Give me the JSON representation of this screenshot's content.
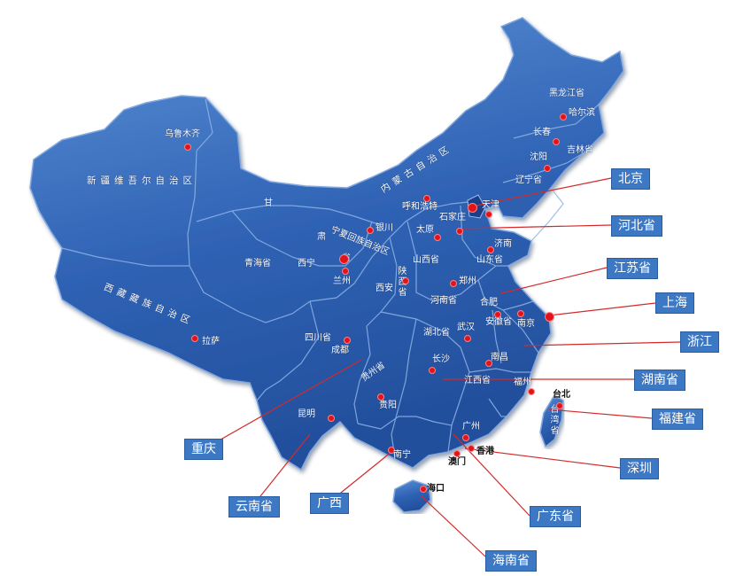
{
  "colors": {
    "land": "#2e5fb0",
    "land_light": "#4f86cf",
    "border": "#8fb3e6",
    "dot": "#e0151b",
    "callout_line": "#d42a2a",
    "callout_box": "#3d78c4"
  },
  "regions": {
    "xinjiang": "新疆维吾尔自治区",
    "tibet": "西藏藏族自治区",
    "inner_mongolia": "内蒙古自治区",
    "gansu_1": "甘",
    "gansu_2": "肃",
    "gansu_3": "省",
    "ningxia": "宁夏回族自治区",
    "qinghai": "青海省",
    "shaanxi": "陕西省",
    "shanxi": "山西省",
    "henan": "河南省",
    "hubei": "湖北省",
    "hunan": "湖南省",
    "sichuan": "四川省",
    "guizhou": "贵州省",
    "jiangxi": "江西省",
    "anhui": "安徽省",
    "shandong": "山东省",
    "heilongjiang": "黑龙江省",
    "jilin": "吉林省",
    "liaoning": "辽宁省",
    "taiwan": "台湾省"
  },
  "cities": {
    "urumqi": "乌鲁木齐",
    "lhasa": "拉萨",
    "xining": "西宁",
    "lanzhou": "兰州",
    "yinchuan": "银川",
    "hohhot": "呼和浩特",
    "taiyuan": "太原",
    "shijiazhuang": "石家庄",
    "tianjin": "天津",
    "jinan": "济南",
    "zhengzhou": "郑州",
    "xian": "西安",
    "hefei": "合肥",
    "nanjing": "南京",
    "wuhan": "武汉",
    "chengdu": "成都",
    "changsha": "长沙",
    "nanchang": "南昌",
    "guiyang": "贵阳",
    "kunming": "昆明",
    "nanning": "南宁",
    "guangzhou": "广州",
    "fuzhou": "福州",
    "harbin": "哈尔滨",
    "changchun": "长春",
    "shenyang": "沈阳",
    "taipei": "台北",
    "xianggang": "香港",
    "aomen": "澳门",
    "haikou": "海口"
  },
  "callouts": {
    "beijing": "北京",
    "hebei": "河北省",
    "jiangsu": "江苏省",
    "shanghai": "上海",
    "zhejiang": "浙江",
    "hunan": "湖南省",
    "fujian": "福建省",
    "shenzhen": "深圳",
    "guangdong": "广东省",
    "hainan": "海南省",
    "guangxi": "广西",
    "yunnan": "云南省",
    "chongqing": "重庆"
  }
}
